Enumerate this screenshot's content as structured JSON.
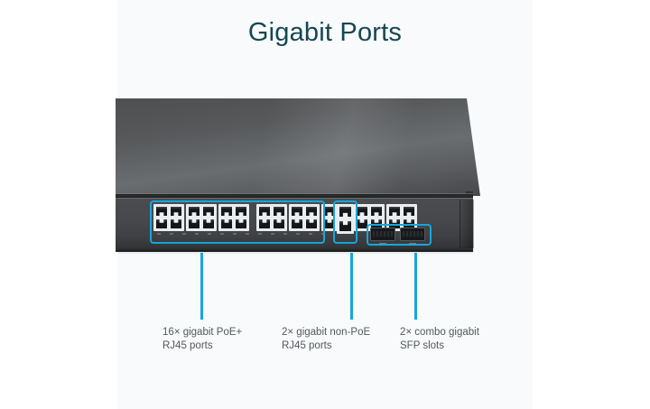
{
  "page": {
    "background": "#ffffff",
    "panel_color": "#f8fafc",
    "accent_color": "#17a6da",
    "title_color": "#154750",
    "caption_color": "#54585c"
  },
  "header": {
    "title": "Gigabit Ports"
  },
  "device": {
    "name": "network-switch",
    "body_color": "#46484b",
    "lid_color": "#5a5c5f",
    "port_bezel_color": "#eceff1",
    "port_opening_color": "#141618",
    "rj45_poe_count": 16,
    "rj45_nonpoe_count": 2,
    "sfp_count": 2
  },
  "callouts": [
    {
      "id": "poe-ports",
      "label": "16× gigabit PoE+\nRJ45 ports",
      "label_line1": "16× gigabit PoE+",
      "label_line2": "RJ45 ports"
    },
    {
      "id": "nonpoe-ports",
      "label": "2× gigabit non-PoE\nRJ45 ports",
      "label_line1": "2× gigabit non-PoE",
      "label_line2": "RJ45 ports"
    },
    {
      "id": "sfp-slots",
      "label": "2× combo gigabit\nSFP slots",
      "label_line1": "2× combo gigabit",
      "label_line2": "SFP slots"
    }
  ]
}
